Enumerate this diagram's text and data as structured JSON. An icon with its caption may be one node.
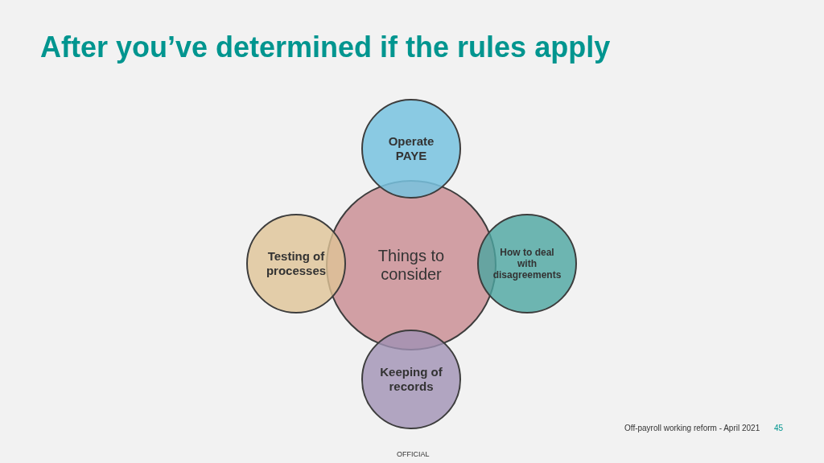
{
  "diagram": {
    "title": "After you’ve determined if the rules apply",
    "nodes": [
      {
        "text": [
          "Operate PAYE"
        ]
      },
      {
        "text": [
          "Testing of processes"
        ]
      },
      {
        "text": [
          "Things to consider"
        ]
      },
      {
        "text": [
          "How to deal with disagreements"
        ]
      },
      {
        "text": [
          "Keeping of records"
        ]
      }
    ],
    "edges": [],
    "labels": [
      "Off-payroll working reform - April 2021",
      "45",
      "OFFICIAL"
    ]
  }
}
